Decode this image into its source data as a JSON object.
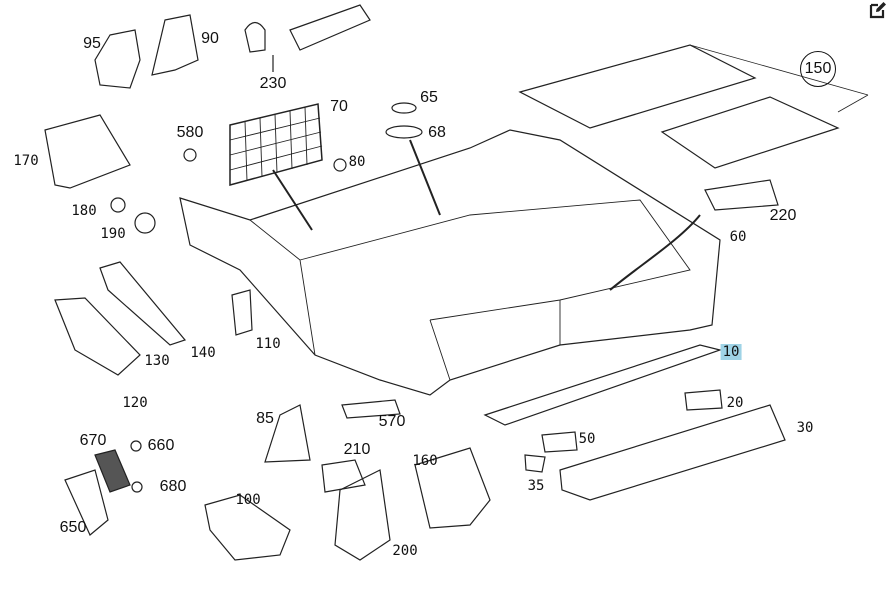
{
  "diagram": {
    "labels": {
      "p95": "95",
      "p90": "90",
      "p230": "230",
      "p70": "70",
      "p65": "65",
      "p68": "68",
      "p150": "150",
      "p580": "580",
      "p80": "80",
      "p170": "170",
      "p180": "180",
      "p190": "190",
      "p220": "220",
      "p60": "60",
      "p140": "140",
      "p110": "110",
      "p130": "130",
      "p120": "120",
      "p10": "10",
      "p20": "20",
      "p30": "30",
      "p85": "85",
      "p570": "570",
      "p670": "670",
      "p660": "660",
      "p210": "210",
      "p50": "50",
      "p160": "160",
      "p680": "680",
      "p35": "35",
      "p650": "650",
      "p100": "100",
      "p200": "200"
    },
    "highlighted_label": "10",
    "highlight_color": "#9fd3e6"
  },
  "toolbar": {
    "edit_icon": "edit-icon"
  }
}
